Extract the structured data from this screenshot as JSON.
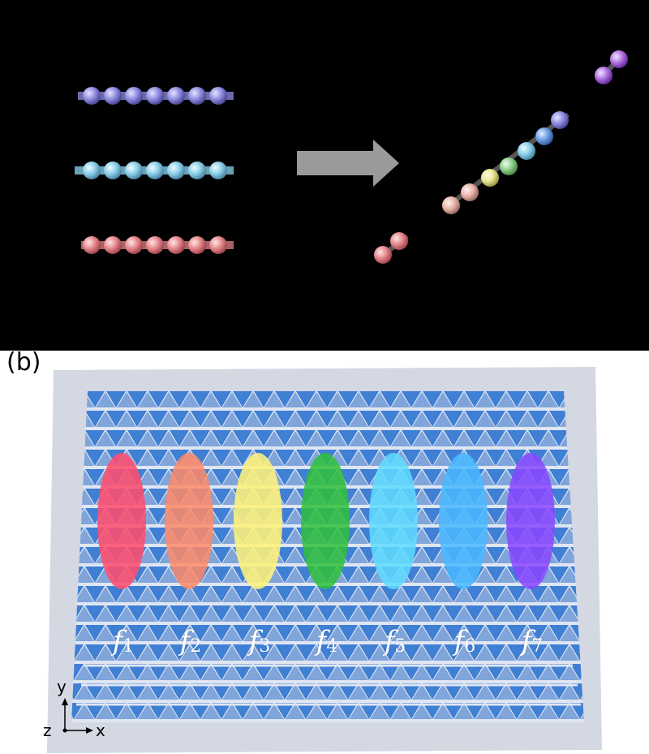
{
  "panel_b": {
    "label": "(b)",
    "resonator_labels": [
      {
        "letter": "f",
        "sub": "1",
        "color": "#ff4f6e"
      },
      {
        "letter": "f",
        "sub": "2",
        "color": "#ff8a68"
      },
      {
        "letter": "f",
        "sub": "3",
        "color": "#fff27a"
      },
      {
        "letter": "f",
        "sub": "4",
        "color": "#2fbf3a"
      },
      {
        "letter": "f",
        "sub": "5",
        "color": "#5fdcff"
      },
      {
        "letter": "f",
        "sub": "6",
        "color": "#49b8ff"
      },
      {
        "letter": "f",
        "sub": "7",
        "color": "#8a46ff"
      }
    ],
    "axes": {
      "y": "y",
      "z": "z",
      "x": "x"
    }
  },
  "colors": {
    "lattice": "#3f7fd4",
    "plate": "#d4d8e3",
    "arrow": "#9a9a9a",
    "chain_purple": "#8f8ce0",
    "chain_cyan": "#8ccfe8",
    "chain_red": "#e4878c"
  }
}
